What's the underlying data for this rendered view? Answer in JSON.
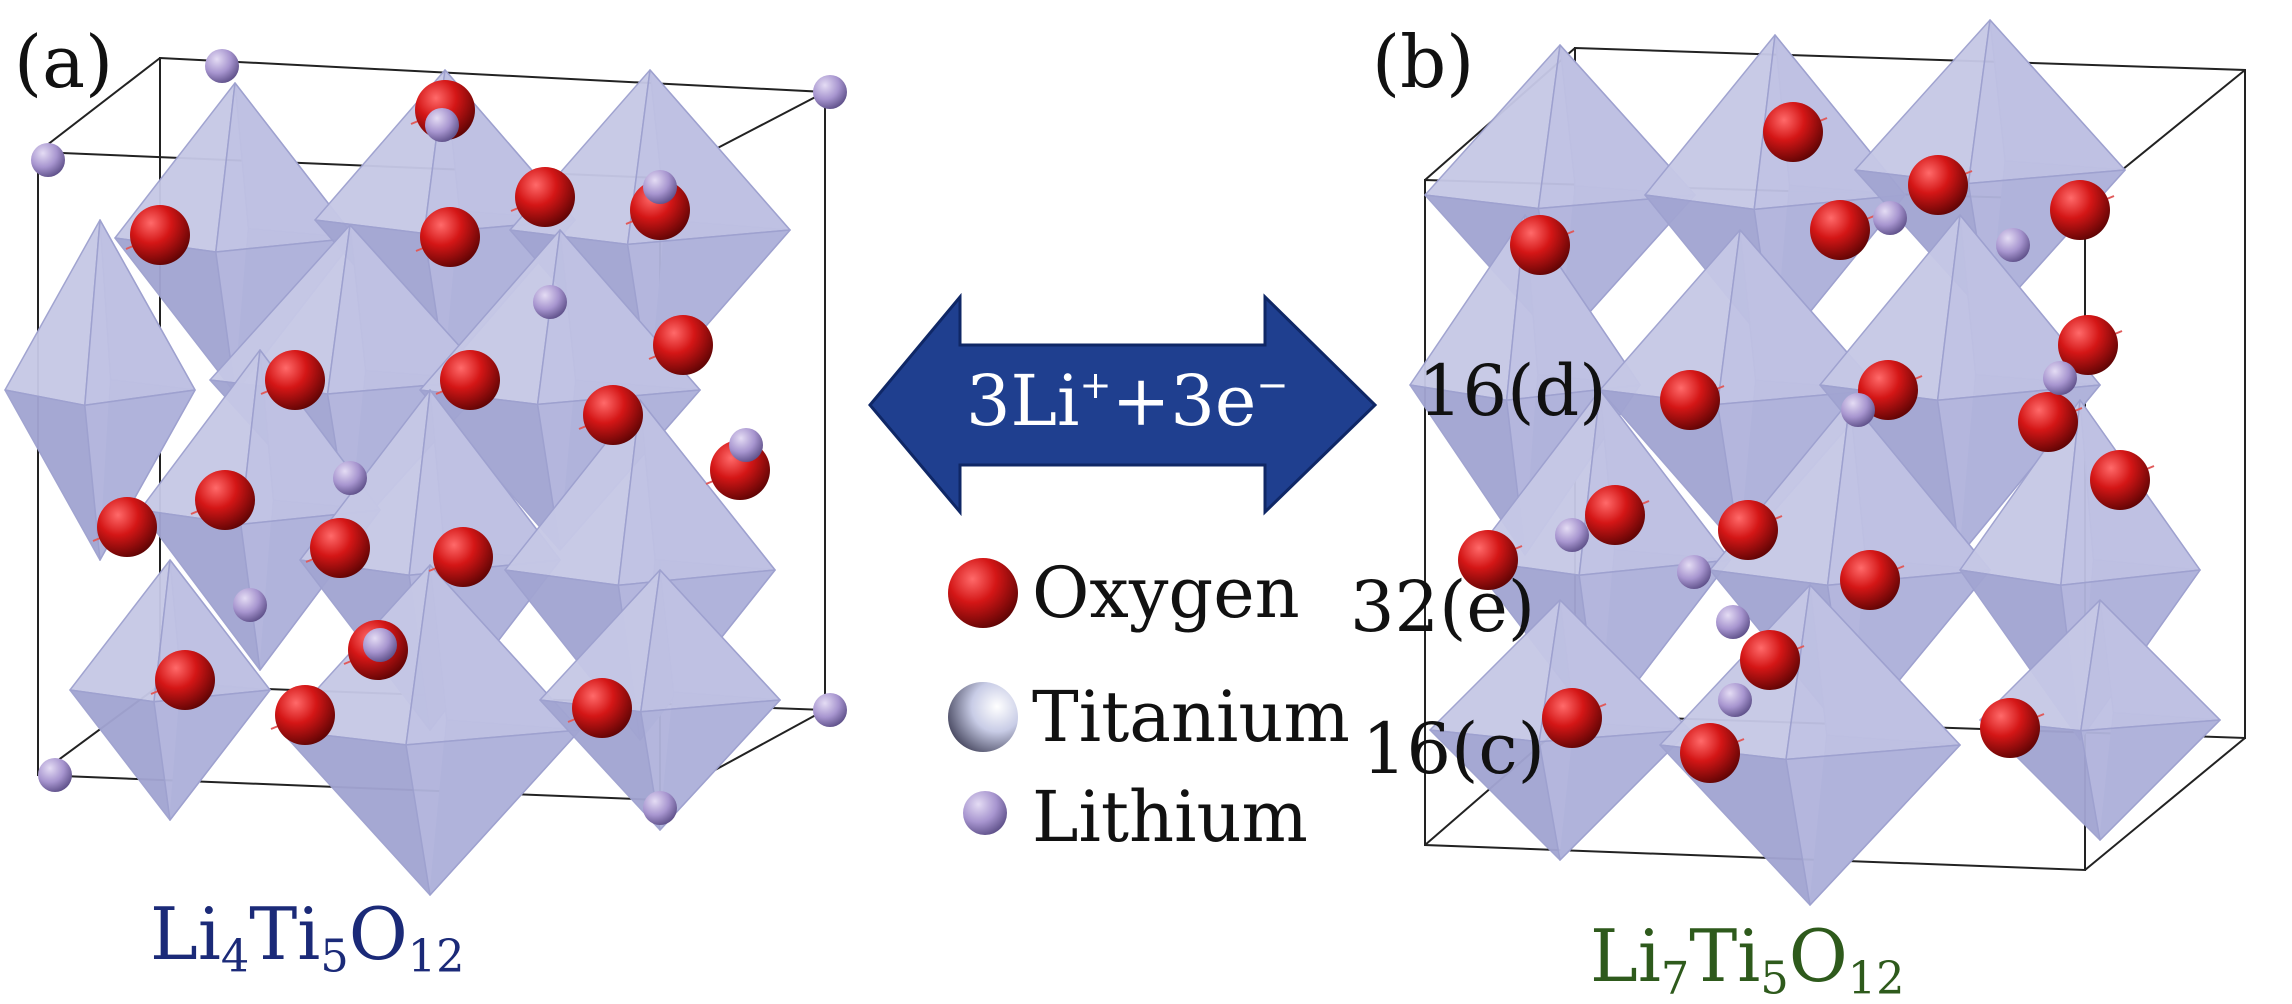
{
  "panels": {
    "a": {
      "label": "(a)",
      "formula": {
        "p1": "Li",
        "s1": "4",
        "p2": "Ti",
        "s2": "5",
        "p3": "O",
        "s3": "12"
      },
      "formula_color": "#1b2a78"
    },
    "b": {
      "label": "(b)",
      "formula": {
        "p1": "Li",
        "s1": "7",
        "p2": "Ti",
        "s2": "5",
        "p3": "O",
        "s3": "12"
      },
      "formula_color": "#2e5a1c"
    }
  },
  "reaction": {
    "main": "3Li",
    "sup1": "+",
    "mid": "+3e",
    "sup2": "−",
    "arrow_color": "#1f3f8f"
  },
  "legend": [
    {
      "name": "Oxygen",
      "icon": "oxygen-sphere-icon",
      "color": "#d01616"
    },
    {
      "name": "Titanium",
      "icon": "titanium-sphere-icon",
      "color": "#c9cde6"
    },
    {
      "name": "Lithium",
      "icon": "lithium-sphere-icon",
      "color": "#a795cf"
    }
  ],
  "sites": {
    "d": "16(d)",
    "e": "32(e)",
    "c": "16(c)"
  },
  "colors": {
    "polyhedron": "#b4b6de",
    "polyhedron_edge": "#9ea1cf",
    "cell_edge": "#222222"
  }
}
